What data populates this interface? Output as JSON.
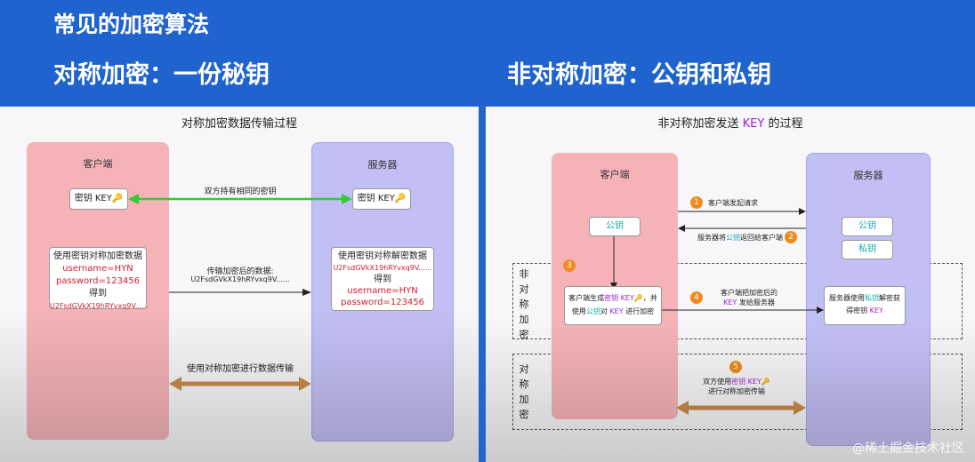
{
  "header": {
    "main_title": "常见的加密算法",
    "left_title": "对称加密：一份秘钥",
    "right_title": "非对称加密：公钥和私钥"
  },
  "left_diagram": {
    "title": "对称加密数据传输过程",
    "client_label": "客户端",
    "server_label": "服务器",
    "client_key": "密钥 KEY🔑",
    "server_key": "密钥 KEY🔑",
    "same_key_note": "双方持有相同的密钥",
    "client_box": {
      "line1": "使用密钥对称加密数据",
      "username": "username=HYN",
      "password": "password=123456",
      "got": "得到",
      "cipher": "U2FsdGVkX19hRYvxq9V......"
    },
    "transfer_note": "传输加密后的数据:",
    "transfer_cipher": "U2FsdGVkX19hRYvxq9V......",
    "server_box": {
      "line1": "使用密钥对称解密数据",
      "cipher": "U2FsdGVkX19hRYvxq9V......",
      "got": "得到",
      "username": "username=HYN",
      "password": "password=123456"
    },
    "bottom_note": "使用对称加密进行数据传输"
  },
  "right_diagram": {
    "title_prefix": "非对称加密发送 ",
    "title_key": "KEY",
    "title_suffix": " 的过程",
    "client_label": "客户端",
    "server_label": "服务器",
    "public_key": "公钥",
    "server_public_key": "公钥",
    "server_private_key": "私钥",
    "step1_badge": "1",
    "step1_note": "客户端发起请求",
    "step2_badge": "2",
    "step2_pre": "服务器将",
    "step2_key": "公钥",
    "step2_post": "返回给客户端",
    "step3_badge": "3",
    "client_box": {
      "pre": "客户端生成",
      "key": "密钥 KEY🔑",
      "mid": "，并使用",
      "pub": "公钥",
      "mid2": "对 ",
      "key2": "KEY",
      "post": " 进行加密"
    },
    "step4_badge": "4",
    "step4_line1": "客户端把加密后的",
    "step4_key": "KEY",
    "step4_line2": " 发给服务器",
    "server_box": {
      "pre": "服务器使用",
      "priv": "私钥",
      "mid": "解密获得密钥 ",
      "key": "KEY"
    },
    "group_asym_label": "非对称加密",
    "group_sym_label": "对称加密",
    "step5_badge": "5",
    "step5_pre": "双方使用",
    "step5_key": "密钥 KEY🔑",
    "step5_post": "进行对称加密传输"
  },
  "watermark": "@稀土掘金技术社区",
  "colors": {
    "header_blue": "#1f63cf",
    "client_pink": "#f5b3b8",
    "server_purple": "#c2bff5",
    "green_arrow": "#33cc33",
    "bronze_arrow": "#c98a4a",
    "badge_orange": "#f08a1e"
  }
}
